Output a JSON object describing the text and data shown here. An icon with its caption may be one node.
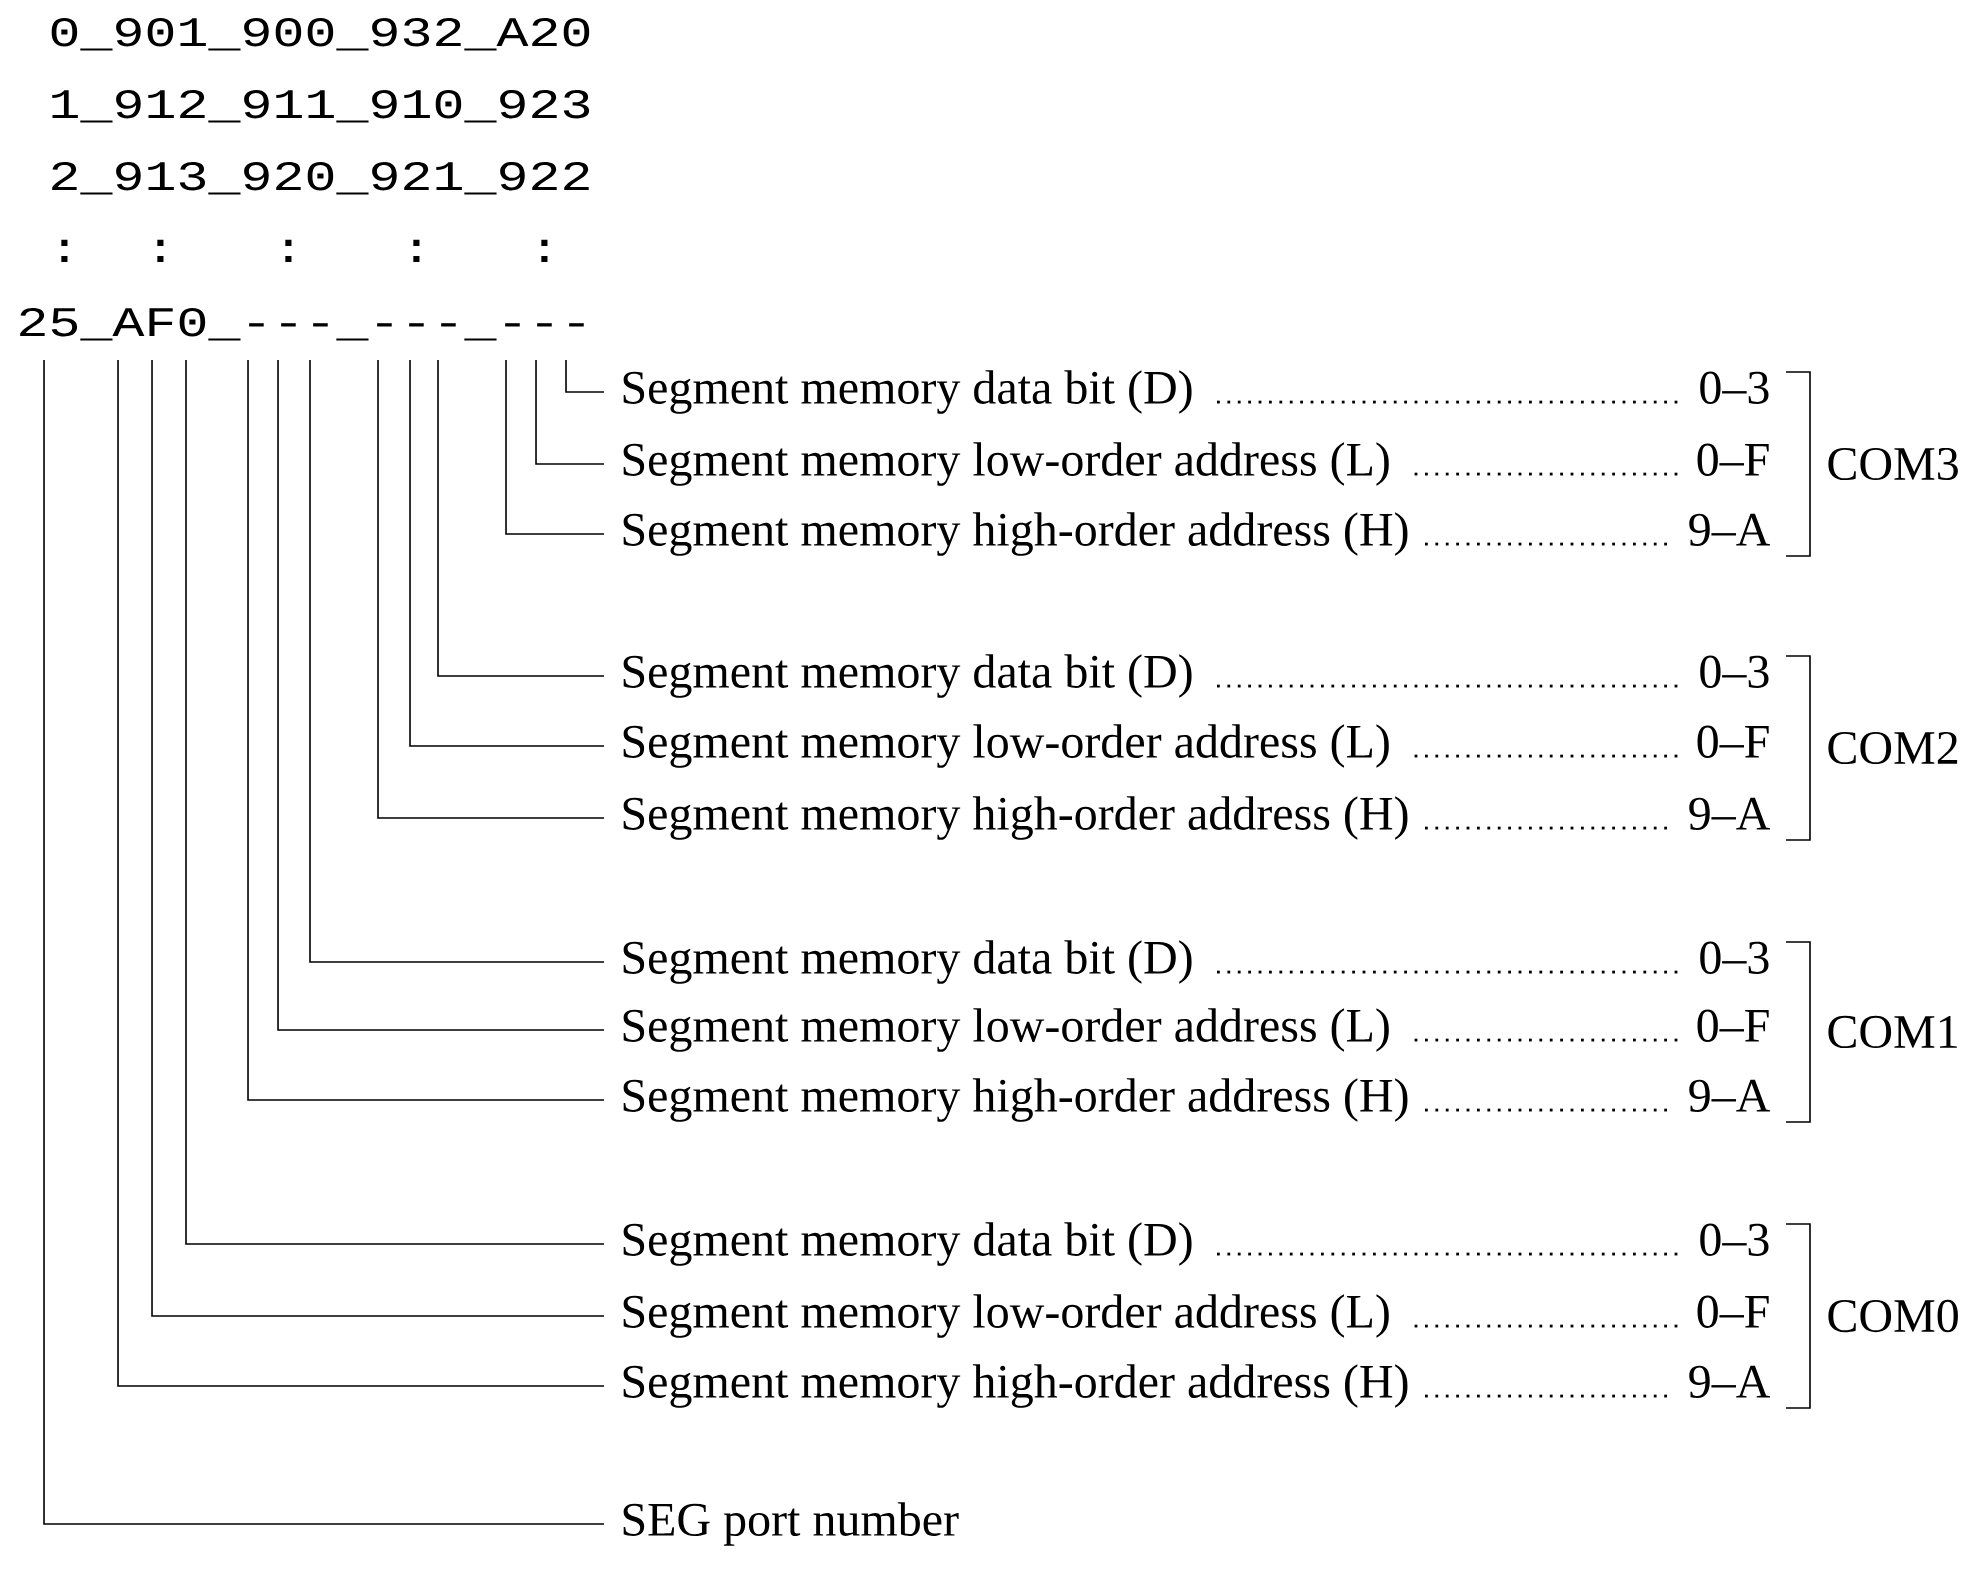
{
  "diagram": {
    "nodes": [
      {
        "text": [
          "Segment memory data bit (D)",
          "0–3"
        ]
      },
      {
        "text": [
          "Segment memory low-order address (L)",
          "0–F"
        ]
      },
      {
        "text": [
          "Segment memory high-order address (H)",
          "9–A"
        ]
      },
      {
        "text": [
          "Segment memory data bit (D)",
          "0–3"
        ]
      },
      {
        "text": [
          "Segment memory low-order address (L)",
          "0–F"
        ]
      },
      {
        "text": [
          "Segment memory high-order address (H)",
          "9–A"
        ]
      },
      {
        "text": [
          "Segment memory data bit (D)",
          "0–3"
        ]
      },
      {
        "text": [
          "Segment memory low-order address (L)",
          "0–F"
        ]
      },
      {
        "text": [
          "Segment memory high-order address (H)",
          "9–A"
        ]
      },
      {
        "text": [
          "Segment memory data bit (D)",
          "0–3"
        ]
      },
      {
        "text": [
          "Segment memory low-order address (L)",
          "0–F"
        ]
      },
      {
        "text": [
          "Segment memory high-order address (H)",
          "9–A"
        ]
      },
      {
        "text": [
          "SEG port number"
        ]
      }
    ],
    "edges": [
      {
        "from": 0,
        "to": null,
        "arrow": "none"
      },
      {
        "from": 1,
        "to": null,
        "arrow": "none"
      },
      {
        "from": 2,
        "to": null,
        "arrow": "none"
      },
      {
        "from": 3,
        "to": null,
        "arrow": "none"
      },
      {
        "from": 4,
        "to": null,
        "arrow": "none"
      },
      {
        "from": 5,
        "to": null,
        "arrow": "none"
      },
      {
        "from": 6,
        "to": null,
        "arrow": "none"
      },
      {
        "from": 7,
        "to": null,
        "arrow": "none"
      },
      {
        "from": 8,
        "to": null,
        "arrow": "none"
      },
      {
        "from": 9,
        "to": null,
        "arrow": "none"
      },
      {
        "from": 10,
        "to": null,
        "arrow": "none"
      },
      {
        "from": 11,
        "to": null,
        "arrow": "none"
      },
      {
        "from": 12,
        "to": null,
        "arrow": "none"
      }
    ],
    "labels": [
      "0_901_900_932_A20",
      "1_912_911_910_923",
      "2_913_920_921_922",
      ":",
      ":",
      ":",
      ":",
      ":",
      "25_AF0_---_---_---",
      "COM3",
      "COM2",
      "COM1",
      "COM0"
    ]
  }
}
